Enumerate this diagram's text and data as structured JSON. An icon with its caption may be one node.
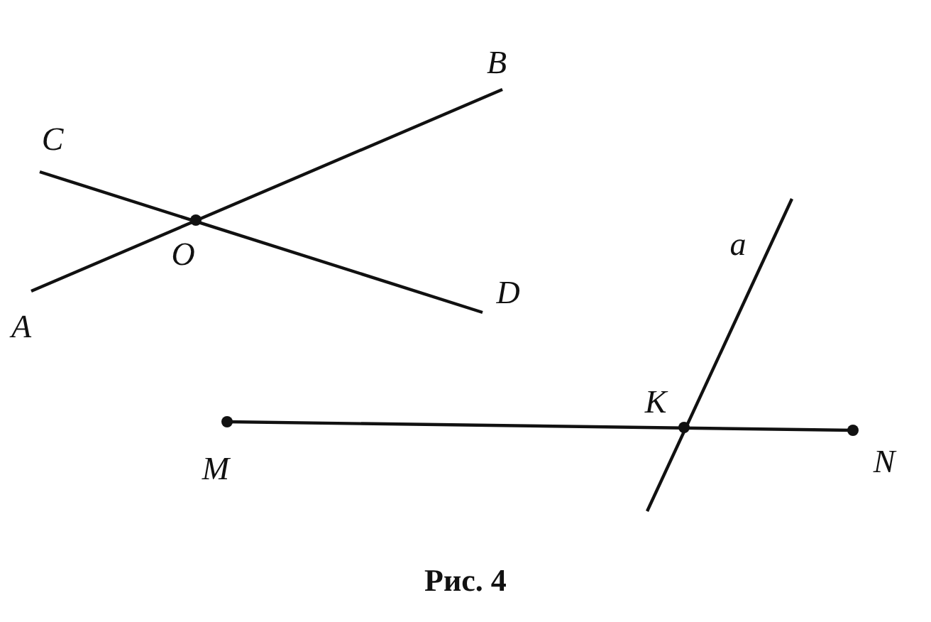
{
  "diagram": {
    "caption": "Рис. 4",
    "labels": [
      "B",
      "C",
      "O",
      "D",
      "A",
      "a",
      "K",
      "M",
      "N"
    ]
  }
}
